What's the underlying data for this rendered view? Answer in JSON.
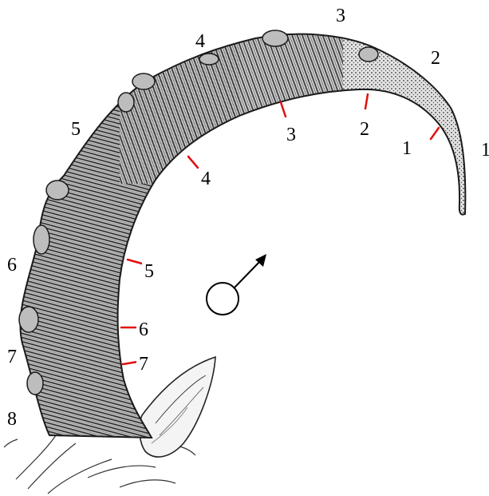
{
  "outer_labels": [
    "1",
    "2",
    "3",
    "4",
    "5",
    "6",
    "7",
    "8"
  ],
  "inner_labels": [
    "1",
    "2",
    "3",
    "4",
    "5",
    "6",
    "7"
  ],
  "icons": {
    "direction_marker": "circle-with-arrow-icon",
    "ear": "ear-illustration",
    "horn": "horn-illustration"
  },
  "colors": {
    "tick": "#e01010",
    "ink": "#1a1a1a",
    "shade": "#4a4a4a"
  }
}
